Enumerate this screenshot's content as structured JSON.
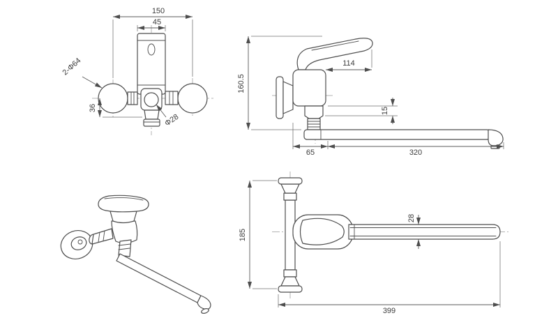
{
  "colors": {
    "background": "#ffffff",
    "line": "#4d4d4d"
  },
  "front_view": {
    "dims": {
      "total_width": "150",
      "body_width": "45",
      "flange_diameter": "2-Φ64",
      "inlet_offset": "36",
      "hub_diameter": "Φ28"
    }
  },
  "side_view": {
    "dims": {
      "total_height": "160.5",
      "handle_length": "114",
      "spout_step": "15",
      "wall_to_pivot": "65",
      "spout_length": "320"
    }
  },
  "plan_view": {
    "dims": {
      "flange_span": "185",
      "spout_width": "28",
      "total_length": "399"
    }
  }
}
